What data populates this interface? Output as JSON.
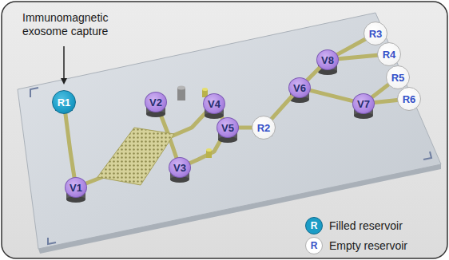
{
  "diagram": {
    "nodes": [
      {
        "text": [
          "R1"
        ]
      },
      {
        "text": [
          "V1"
        ]
      },
      {
        "text": [
          "V2"
        ]
      },
      {
        "text": [
          "V3"
        ]
      },
      {
        "text": [
          "V4"
        ]
      },
      {
        "text": [
          "V5"
        ]
      },
      {
        "text": [
          "R2"
        ]
      },
      {
        "text": [
          "V6"
        ]
      },
      {
        "text": [
          "V7"
        ]
      },
      {
        "text": [
          "V8"
        ]
      },
      {
        "text": [
          "R3"
        ]
      },
      {
        "text": [
          "R4"
        ]
      },
      {
        "text": [
          "R5"
        ]
      },
      {
        "text": [
          "R6"
        ]
      }
    ],
    "edges": [
      {
        "from": 5,
        "to": 6,
        "arrow": "none"
      },
      {
        "from": 6,
        "to": 7,
        "arrow": "none"
      },
      {
        "from": 7,
        "to": 9,
        "arrow": "none"
      },
      {
        "from": 7,
        "to": 8,
        "arrow": "none"
      },
      {
        "from": 9,
        "to": 10,
        "arrow": "none"
      },
      {
        "from": 9,
        "to": 11,
        "arrow": "none"
      },
      {
        "from": 8,
        "to": 12,
        "arrow": "none"
      },
      {
        "from": 8,
        "to": 13,
        "arrow": "none"
      }
    ],
    "labels": [
      "Immunomagnetic exosome capture",
      "R",
      "R"
    ],
    "legend": [
      {
        "text": "Filled reservoir",
        "color": "#1b9cc6"
      },
      {
        "text": "Empty reservoir",
        "color": "#ffffff"
      }
    ]
  }
}
